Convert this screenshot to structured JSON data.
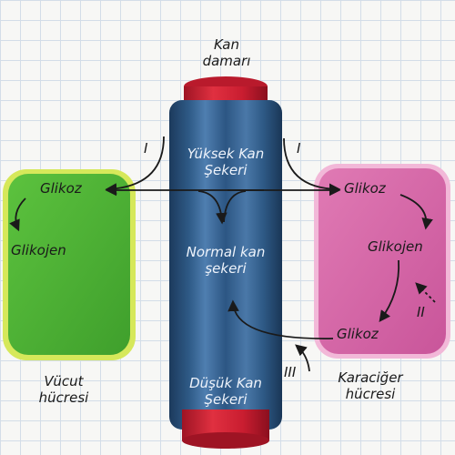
{
  "vessel": {
    "title_line1": "Kan",
    "title_line2": "damarı"
  },
  "blood_levels": {
    "high_line1": "Yüksek Kan",
    "high_line2": "Şekeri",
    "normal_line1": "Normal kan",
    "normal_line2": "şekeri",
    "low_line1": "Düşük Kan",
    "low_line2": "Şekeri"
  },
  "body_cell": {
    "glucose": "Glikoz",
    "glycogen": "Glikojen",
    "caption_line1": "Vücut",
    "caption_line2": "hücresi"
  },
  "liver_cell": {
    "glucose_top": "Glikoz",
    "glycogen": "Glikojen",
    "glucose_bottom": "Glikoz",
    "caption_line1": "Karaciğer",
    "caption_line2": "hücresi"
  },
  "markers": {
    "left_I": "I",
    "right_I": "I",
    "II": "II",
    "III": "III"
  },
  "colors": {
    "body_cell_fill": "#4fb43a",
    "body_cell_border": "#d6e85a",
    "liver_cell_fill": "#d86aa8",
    "liver_cell_border": "#f2b8d8",
    "vessel_blue": "#2f5b88",
    "vessel_cap_red": "#d6263a"
  }
}
